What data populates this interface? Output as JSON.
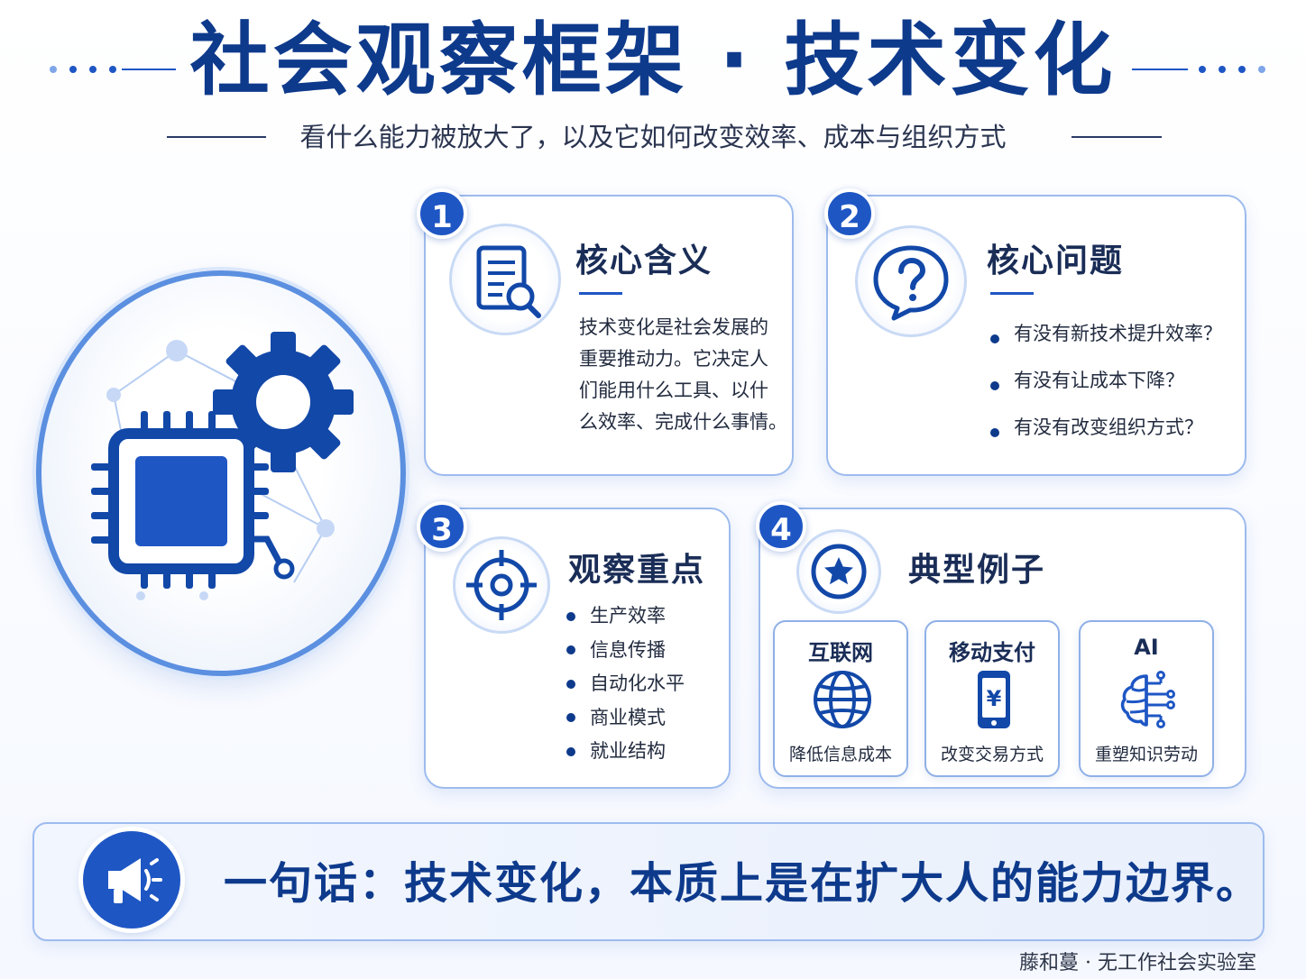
{
  "header": {
    "title": "社会观察框架 · 技术变化",
    "subtitle": "看什么能力被放大了，以及它如何改变效率、成本与组织方式"
  },
  "hero": {
    "icon": "chip-gear-network-icon"
  },
  "cards": [
    {
      "number": "1",
      "title": "核心含义",
      "icon": "document-search-icon",
      "text_lines": [
        "技术变化是社会发展的",
        "重要推动力。它决定人",
        "们能用什么工具、以什",
        "么效率、完成什么事情。"
      ]
    },
    {
      "number": "2",
      "title": "核心问题",
      "icon": "question-bubble-icon",
      "bullets": [
        "有没有新技术提升效率？",
        "有没有让成本下降？",
        "有没有改变组织方式？"
      ]
    },
    {
      "number": "3",
      "title": "观察重点",
      "icon": "target-icon",
      "bullets": [
        "生产效率",
        "信息传播",
        "自动化水平",
        "商业模式",
        "就业结构"
      ]
    },
    {
      "number": "4",
      "title": "典型例子",
      "icon": "star-badge-icon",
      "examples": [
        {
          "title": "互联网",
          "icon": "globe-icon",
          "caption": "降低信息成本"
        },
        {
          "title": "移动支付",
          "icon": "phone-yuan-icon",
          "caption": "改变交易方式"
        },
        {
          "title": "AI",
          "icon": "ai-brain-icon",
          "caption": "重塑知识劳动"
        }
      ]
    }
  ],
  "banner": {
    "icon": "megaphone-icon",
    "text": "一句话：技术变化，本质上是在扩大人的能力边界。"
  },
  "footer": {
    "credit": "藤和蔓 · 无工作社会实验室"
  },
  "colors": {
    "primary": "#1e56c4",
    "dark": "#0e3a8c",
    "border": "#9dbbee"
  }
}
